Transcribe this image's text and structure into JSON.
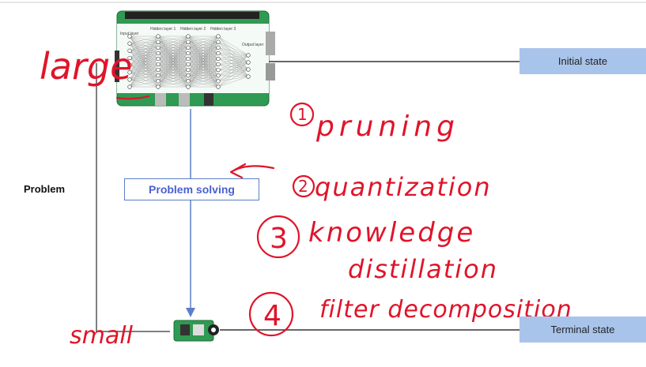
{
  "labels": {
    "initial_state": "Initial state",
    "terminal_state": "Terminal state",
    "problem": "Problem",
    "problem_solving": "Problem solving"
  },
  "board_labels": {
    "input": "Input layer",
    "hidden1": "Hidden layer 1",
    "hidden2": "Hidden layer 2",
    "hidden3": "Hidden layer 3",
    "output": "Output layer"
  },
  "handwriting": {
    "large": "large",
    "small": "small",
    "item1_num": "1",
    "item1": "pruning",
    "item2_num": "2",
    "item2": "quantization",
    "item3_num": "3",
    "item3_line1": "knowledge",
    "item3_line2": "distillation",
    "item4_num": "4",
    "item4": "filter decomposition"
  },
  "colors": {
    "state_box": "#a9c4eb",
    "solving_text": "#4a5fd0",
    "arrow": "#5b7ec9",
    "ink": "#e0142a",
    "board": "#2f9a52"
  }
}
